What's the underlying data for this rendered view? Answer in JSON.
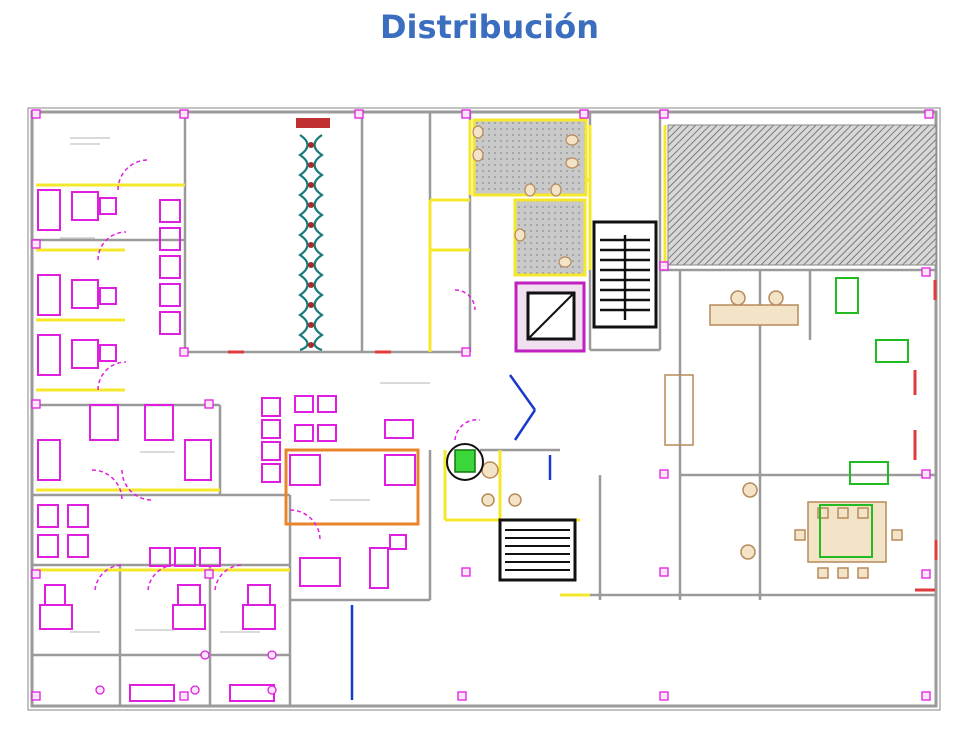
{
  "title": "Distribución",
  "colors": {
    "title": "#3c6ebf",
    "wall": "#9a9a9a",
    "furniture": "#e01ee0",
    "partition": "#f5e82a",
    "door": "#e03a3a",
    "stair": "#111111",
    "hatch": "#8a8a8a",
    "chair": "#b88a5a",
    "green": "#22bb22",
    "blue": "#1a3acc"
  },
  "icons": [
    "stair-symbol",
    "elevator-symbol",
    "toilet-symbol"
  ],
  "rooms": [
    {
      "id": "stair-main",
      "type": "stairs"
    },
    {
      "id": "stair-secondary",
      "type": "stairs"
    },
    {
      "id": "elevator",
      "type": "elevator"
    },
    {
      "id": "restrooms",
      "type": "restrooms"
    },
    {
      "id": "hatched-area",
      "type": "hatched"
    },
    {
      "id": "meeting-room",
      "type": "meeting"
    },
    {
      "id": "reception-lobby",
      "type": "open-area"
    }
  ]
}
